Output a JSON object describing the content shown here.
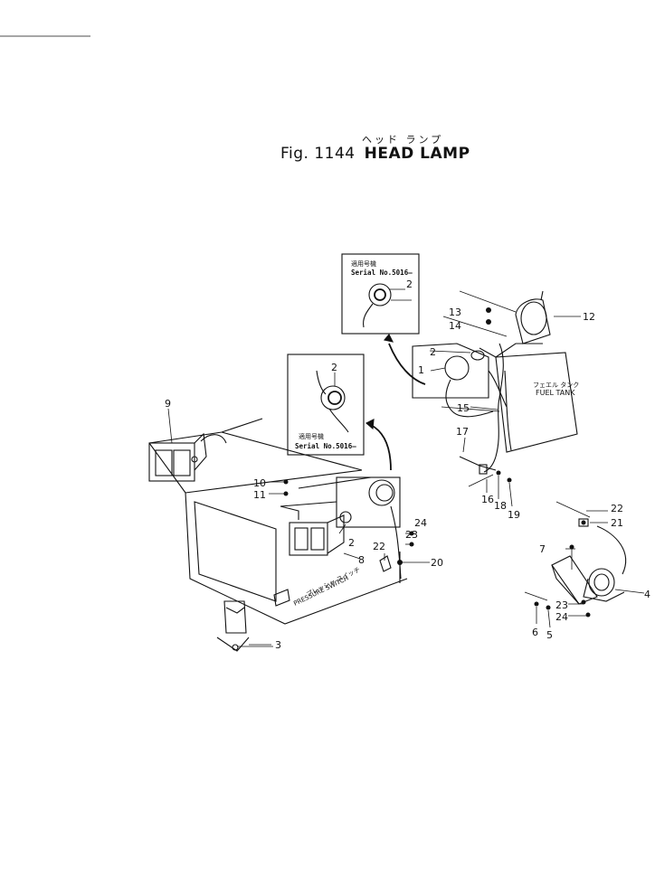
{
  "title": {
    "japanese": "ヘッド ランプ",
    "fig_prefix": "Fig. 1144",
    "name": "HEAD LAMP"
  },
  "insets": [
    {
      "id": "upper",
      "japanese_label": "適用号機",
      "serial_label": "Serial No.5016—",
      "part": "2"
    },
    {
      "id": "left",
      "japanese_label": "適用号機",
      "serial_label": "Serial No.5016—",
      "part": "2"
    }
  ],
  "labels": {
    "fuel_tank_jp": "フェエル タンク",
    "fuel_tank": "FUEL TANK",
    "pressure_switch_jp": "プレッシャ スイッチ",
    "pressure_switch": "PRESSURE SWITCH"
  },
  "callouts": {
    "c1": "1",
    "c2a": "2",
    "c2b": "2",
    "c2c": "2",
    "c2d": "2",
    "c3": "3",
    "c4": "4",
    "c5": "5",
    "c6": "6",
    "c7": "7",
    "c8": "8",
    "c9": "9",
    "c10": "10",
    "c11": "11",
    "c12": "12",
    "c13": "13",
    "c14": "14",
    "c15": "15",
    "c16": "16",
    "c17": "17",
    "c18": "18",
    "c19": "19",
    "c20": "20",
    "c21": "21",
    "c22a": "22",
    "c22b": "22",
    "c23a": "23",
    "c23b": "23",
    "c24a": "24",
    "c24b": "24"
  }
}
